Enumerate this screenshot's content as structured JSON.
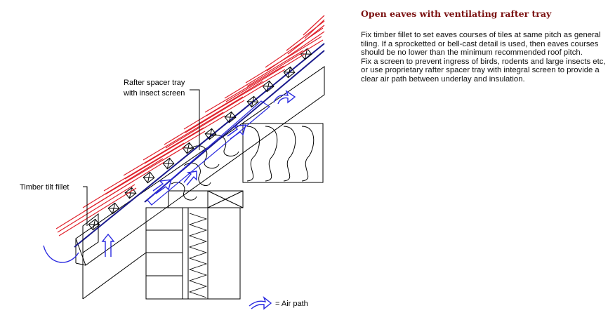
{
  "title": "Open eaves with ventilating rafter tray",
  "description": [
    "Fix timber fillet to set eaves courses of tiles at same pitch as general tiling.  If a sprocketted or bell-cast detail is used, then eaves courses should be no lower than the minimum recommended roof pitch.",
    "Fix a screen to prevent ingress of birds, rodents and large insects etc, or use proprietary rafter spacer tray with integral screen to provide a clear air path between underlay and insulation."
  ],
  "labels": {
    "rafter_tray_line1": "Rafter spacer tray",
    "rafter_tray_line2": "with insect screen",
    "tilt_fillet": "Timber tilt fillet",
    "legend": "= Air path"
  },
  "colors": {
    "tiles": "#e0202a",
    "underlay": "#1a1a8c",
    "air_path": "#2a2ae0",
    "structure": "#000000"
  }
}
